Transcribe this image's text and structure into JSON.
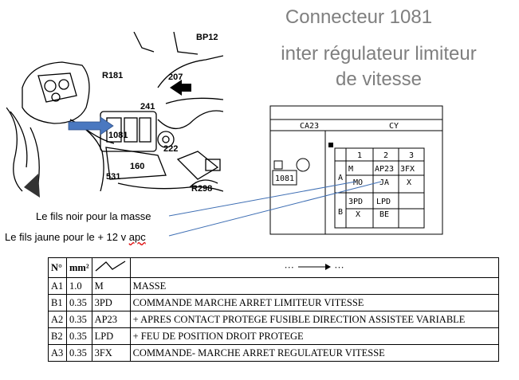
{
  "title": {
    "line1": "Connecteur 1081",
    "line2": "inter régulateur limiteur",
    "line3": "de vitesse"
  },
  "notes": {
    "black_wire": "Le fils noir pour la masse",
    "yellow_wire_prefix": "Le fils jaune pour le + 12 v ",
    "yellow_wire_suffix": "apc"
  },
  "engine_labels": {
    "bp12": "BP12",
    "r181": "R181",
    "n207": "207",
    "n241": "241",
    "n1081": "1081",
    "n222": "222",
    "n160": "160",
    "n531": "531",
    "r298": "R298"
  },
  "connector": {
    "header_left": "CA23",
    "header_right": "CY",
    "id_box": "1081",
    "col_1": "1",
    "col_2": "2",
    "col_3": "3",
    "row_a": "A",
    "row_b": "B",
    "a1": [
      "M",
      "MO"
    ],
    "a2": [
      "AP23",
      "JA"
    ],
    "a3": [
      "3FX",
      "X"
    ],
    "b1": [
      "3PD",
      "X"
    ],
    "b2": [
      "LPD",
      "BE"
    ]
  },
  "table": {
    "headers": {
      "no": "N°",
      "mm2": "mm²",
      "desc": "···"
    },
    "rows": [
      {
        "pin": "A1",
        "section": "1.0",
        "code": "M",
        "desc": "MASSE"
      },
      {
        "pin": "B1",
        "section": "0.35",
        "code": "3PD",
        "desc": "COMMANDE MARCHE ARRET LIMITEUR VITESSE"
      },
      {
        "pin": "A2",
        "section": "0.35",
        "code": "AP23",
        "desc": "+ APRES CONTACT PROTEGE FUSIBLE DIRECTION ASSISTEE VARIABLE"
      },
      {
        "pin": "B2",
        "section": "0.35",
        "code": "LPD",
        "desc": "+ FEU DE POSITION DROIT PROTEGE"
      },
      {
        "pin": "A3",
        "section": "0.35",
        "code": "3FX",
        "desc": "COMMANDE- MARCHE ARRET REGULATEUR VITESSE"
      }
    ]
  },
  "colors": {
    "title_gray": "#7f7f7f",
    "pointer_blue": "#3f6fb4",
    "arrow_fill": "#4a78c0"
  }
}
